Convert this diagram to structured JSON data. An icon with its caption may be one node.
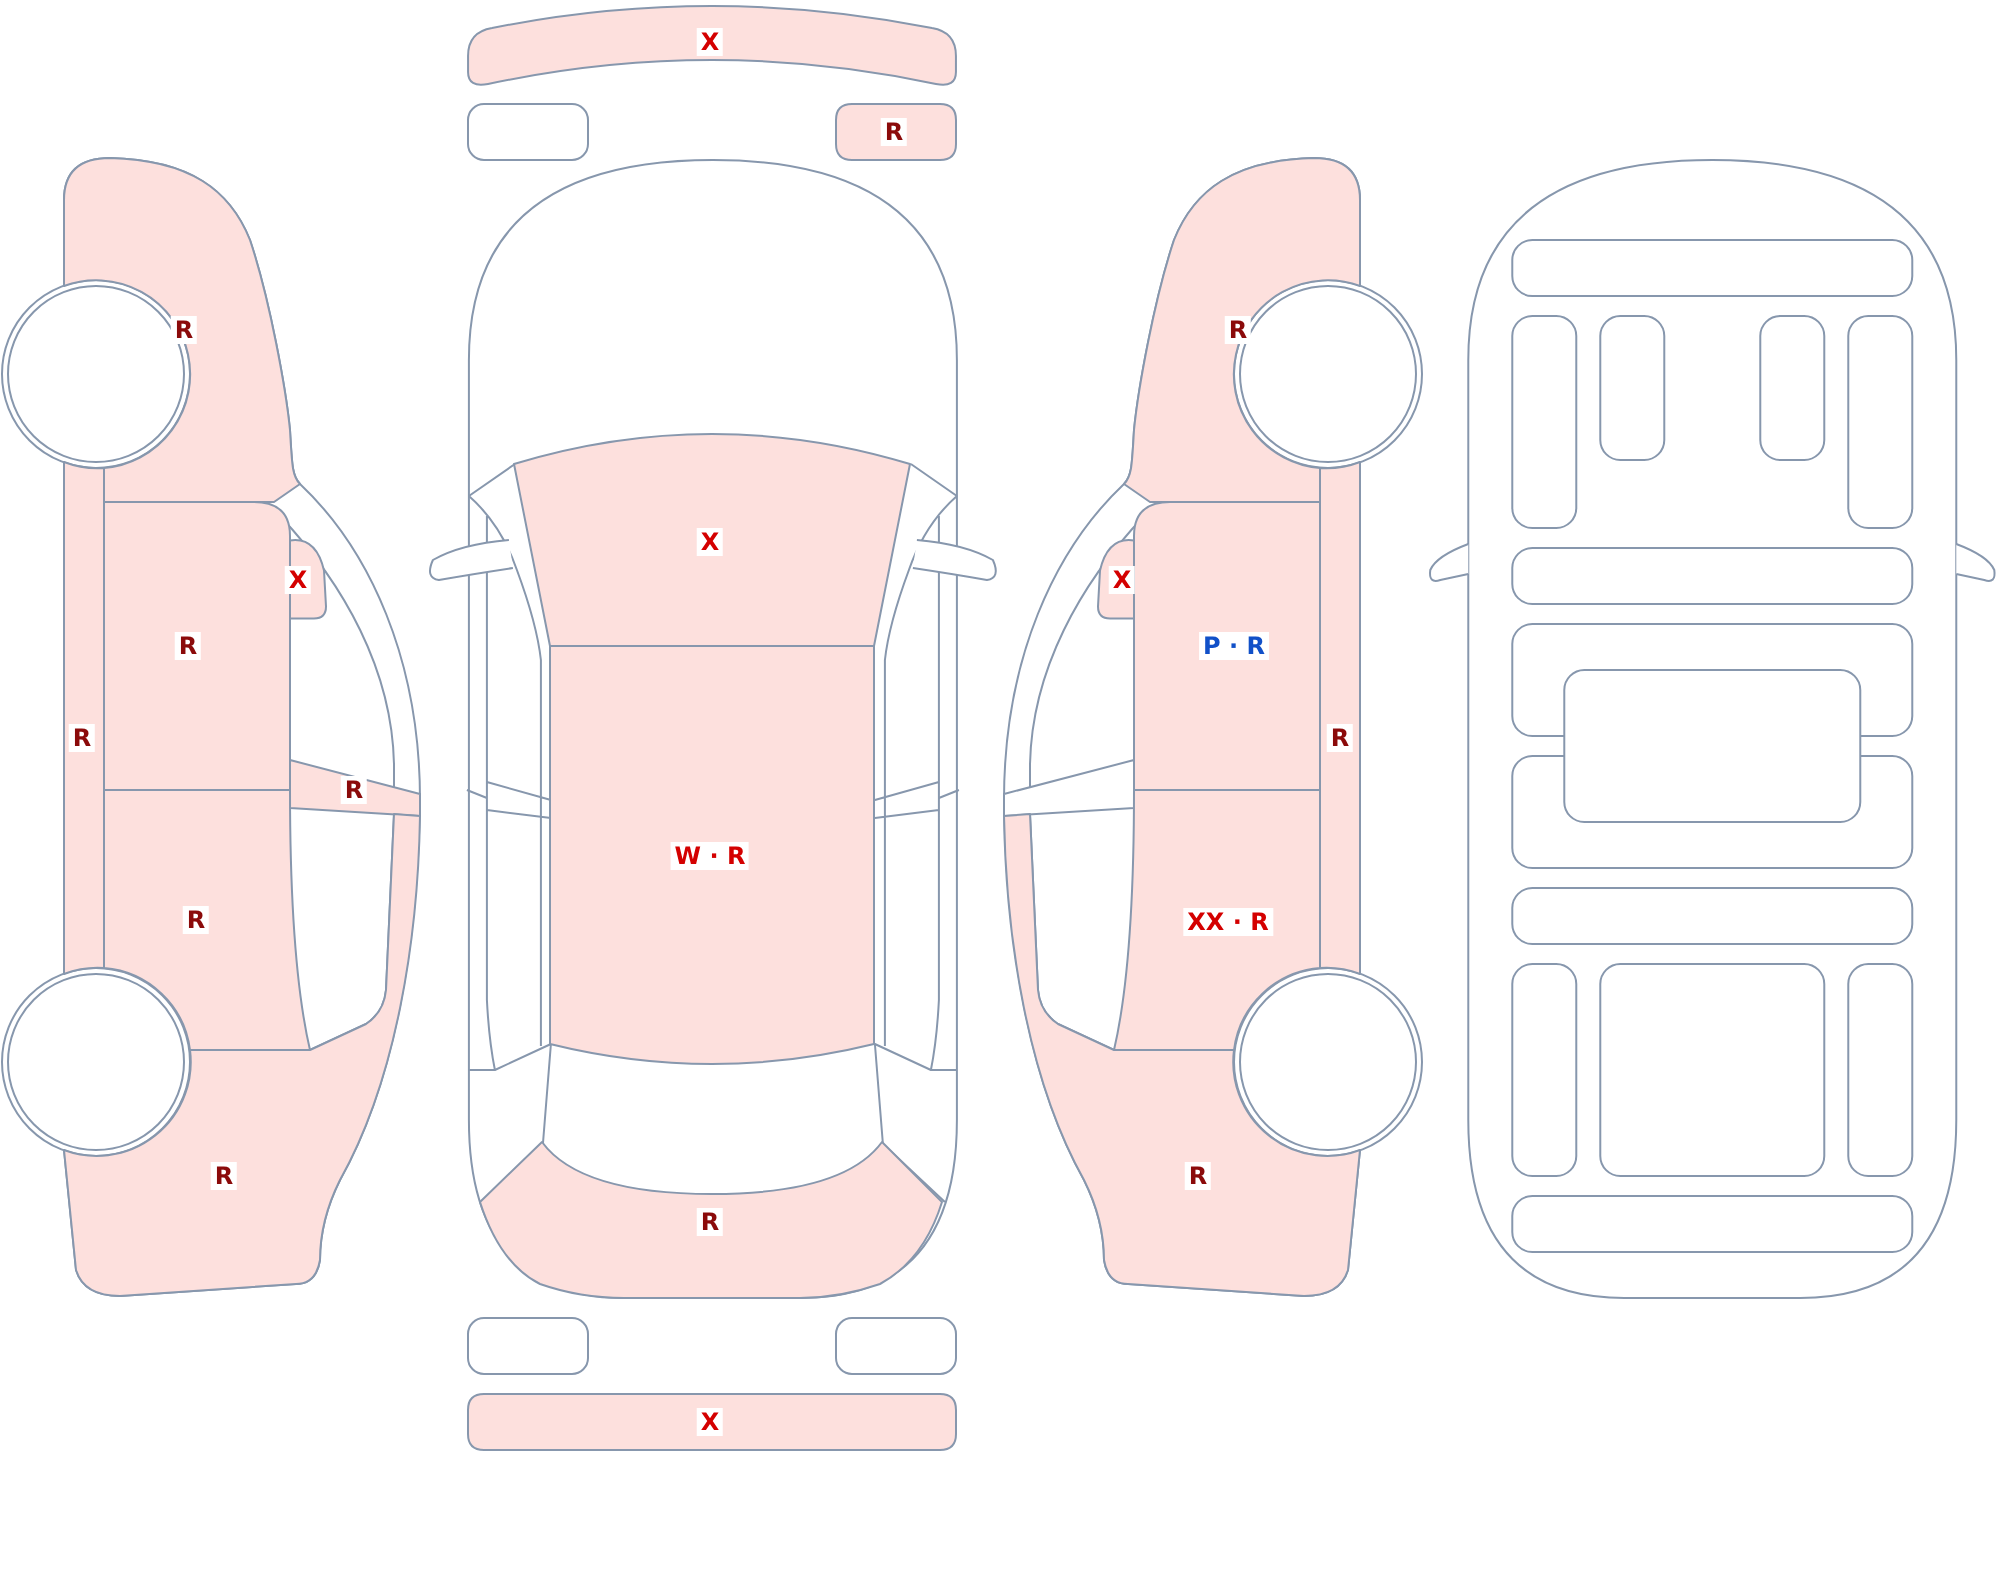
{
  "diagram": {
    "nodes": [
      {
        "text": [
          "R"
        ]
      },
      {
        "text": [
          "X"
        ]
      },
      {
        "text": [
          "R"
        ]
      },
      {
        "text": [
          "R"
        ]
      },
      {
        "text": [
          "R"
        ]
      },
      {
        "text": [
          "R"
        ]
      },
      {
        "text": [
          "R"
        ]
      },
      {
        "text": [
          "X"
        ]
      },
      {
        "text": [],
        "shape": "box"
      },
      {
        "text": [
          "R"
        ]
      },
      {
        "text": [
          "X"
        ]
      },
      {
        "text": [
          "W · R"
        ]
      },
      {
        "text": [
          "R"
        ]
      },
      {
        "text": [],
        "shape": "box"
      },
      {
        "text": [],
        "shape": "box"
      },
      {
        "text": [
          "X"
        ]
      },
      {
        "text": [
          "R"
        ]
      },
      {
        "text": [
          "X"
        ]
      },
      {
        "text": [
          "P · R"
        ]
      },
      {
        "text": [
          "R"
        ]
      },
      {
        "text": [
          "XX · R"
        ]
      },
      {
        "text": [
          "R"
        ]
      }
    ]
  }
}
